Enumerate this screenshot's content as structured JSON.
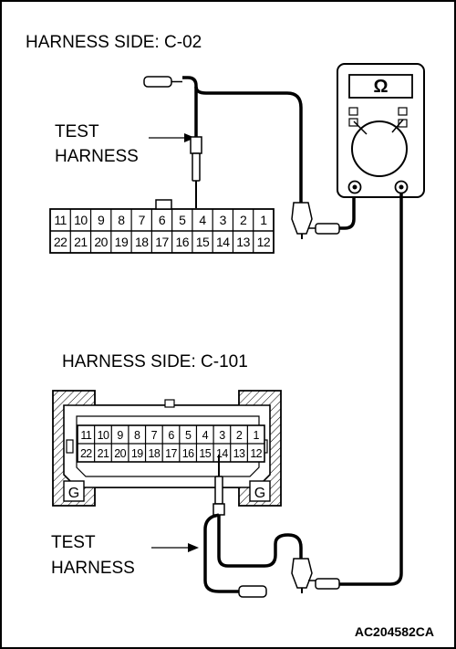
{
  "connector_top": {
    "title": "HARNESS SIDE: C-02",
    "test_label_line1": "TEST",
    "test_label_line2": "HARNESS",
    "row1": [
      "11",
      "10",
      "9",
      "8",
      "7",
      "6",
      "5",
      "4",
      "3",
      "2",
      "1"
    ],
    "row2": [
      "22",
      "21",
      "20",
      "19",
      "18",
      "17",
      "16",
      "15",
      "14",
      "13",
      "12"
    ]
  },
  "connector_bottom": {
    "title": "HARNESS SIDE: C-101",
    "test_label_line1": "TEST",
    "test_label_line2": "HARNESS",
    "row1": [
      "11",
      "10",
      "9",
      "8",
      "7",
      "6",
      "5",
      "4",
      "3",
      "2",
      "1"
    ],
    "row2": [
      "22",
      "21",
      "20",
      "19",
      "18",
      "17",
      "16",
      "15",
      "14",
      "13",
      "12"
    ],
    "ground_left": "G",
    "ground_right": "G"
  },
  "meter": {
    "symbol": "Ω"
  },
  "figure_code": "AC204582CA"
}
